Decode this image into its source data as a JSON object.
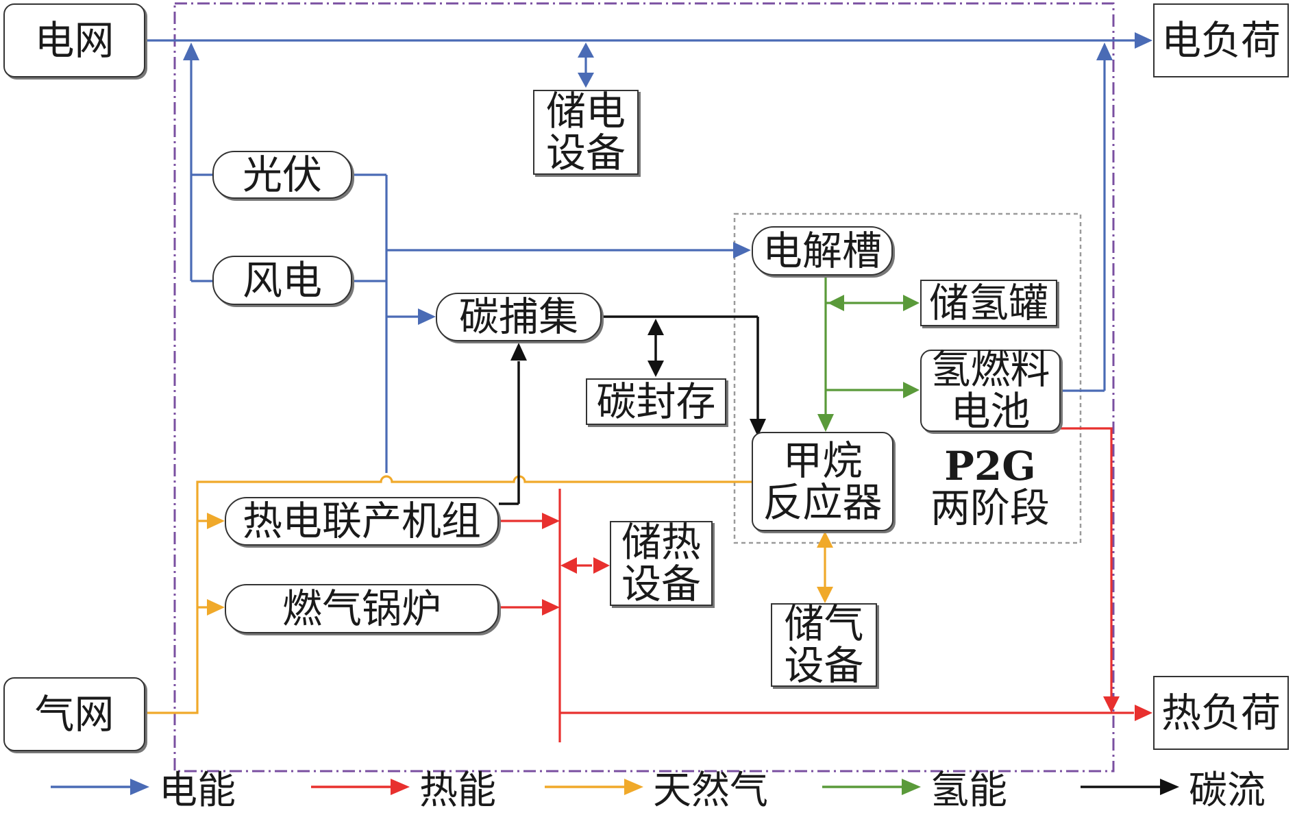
{
  "nodes": {
    "grid_power": {
      "text": "电网"
    },
    "grid_gas": {
      "text": "气网"
    },
    "load_electric": {
      "text": "电负荷"
    },
    "load_heat": {
      "text": "热负荷"
    },
    "pv": {
      "text": "光伏"
    },
    "wind": {
      "text": "风电"
    },
    "storage_electric": {
      "lines": [
        "储电",
        "设备"
      ]
    },
    "electrolyzer": {
      "text": "电解槽"
    },
    "storage_hydrogen": {
      "text": "储氢罐"
    },
    "fuel_cell": {
      "lines": [
        "氢燃料",
        "电池"
      ]
    },
    "methane_reactor": {
      "lines": [
        "甲烷",
        "反应器"
      ]
    },
    "p2g_label": {
      "lines": [
        "P2G",
        "两阶段"
      ]
    },
    "carbon_capture": {
      "text": "碳捕集"
    },
    "carbon_storage": {
      "text": "碳封存"
    },
    "chp": {
      "text": "热电联产机组"
    },
    "gas_boiler": {
      "text": "燃气锅炉"
    },
    "storage_heat": {
      "lines": [
        "储热",
        "设备"
      ]
    },
    "storage_gas": {
      "lines": [
        "储气",
        "设备"
      ]
    }
  },
  "legend": [
    {
      "key": "electric",
      "label": "电能",
      "color": "#4a6bb5"
    },
    {
      "key": "heat",
      "label": "热能",
      "color": "#e8302e"
    },
    {
      "key": "gas",
      "label": "天然气",
      "color": "#f0a92a"
    },
    {
      "key": "hydrogen",
      "label": "氢能",
      "color": "#5a9a3a"
    },
    {
      "key": "carbon",
      "label": "碳流",
      "color": "#111111"
    }
  ],
  "colors": {
    "electric": "#4a6bb5",
    "heat": "#e8302e",
    "gas": "#f0a92a",
    "hydrogen": "#5a9a3a",
    "carbon": "#111111",
    "system_boundary": "#7a4fa0",
    "p2g_boundary": "#9a9a9a"
  }
}
